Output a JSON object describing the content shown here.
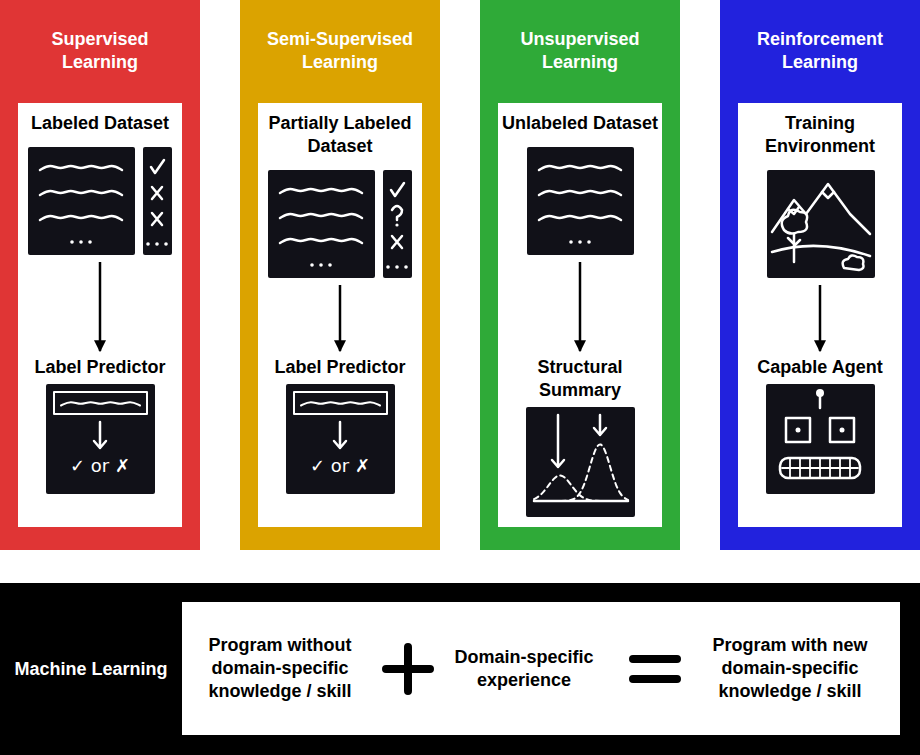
{
  "diagram": {
    "nodes": [
      {
        "text": [
          "Supervised Learning"
        ]
      },
      {
        "text": [
          "Labeled Dataset"
        ],
        "in": 0
      },
      {
        "text": [
          "Label Predictor"
        ],
        "in": 0
      },
      {
        "text": [
          "Semi-Supervised Learning"
        ]
      },
      {
        "text": [
          "Partially Labeled Dataset"
        ],
        "in": 3
      },
      {
        "text": [
          "Label Predictor"
        ],
        "in": 3
      },
      {
        "text": [
          "Unsupervised Learning"
        ]
      },
      {
        "text": [
          "Unlabeled Dataset"
        ],
        "in": 6
      },
      {
        "text": [
          "Structural Summary"
        ],
        "in": 6
      },
      {
        "text": [
          "Reinforcement Learning"
        ]
      },
      {
        "text": [
          "Training Environment"
        ],
        "in": 9
      },
      {
        "text": [
          "Capable Agent"
        ],
        "in": 9
      },
      {
        "text": [
          "Machine Learning"
        ]
      },
      {
        "text": [
          "Program without domain-specific knowledge / skill",
          "Domain-specific experience",
          "Program with new domain-specific knowledge / skill"
        ],
        "in": 12
      }
    ],
    "edges": [
      {
        "from": 1,
        "to": 2,
        "arrow": "to"
      },
      {
        "from": 4,
        "to": 5,
        "arrow": "to"
      },
      {
        "from": 7,
        "to": 8,
        "arrow": "to"
      },
      {
        "from": 10,
        "to": 11,
        "arrow": "to"
      }
    ],
    "labels": [
      "✓ or ✗",
      "✓ or ✗"
    ]
  }
}
